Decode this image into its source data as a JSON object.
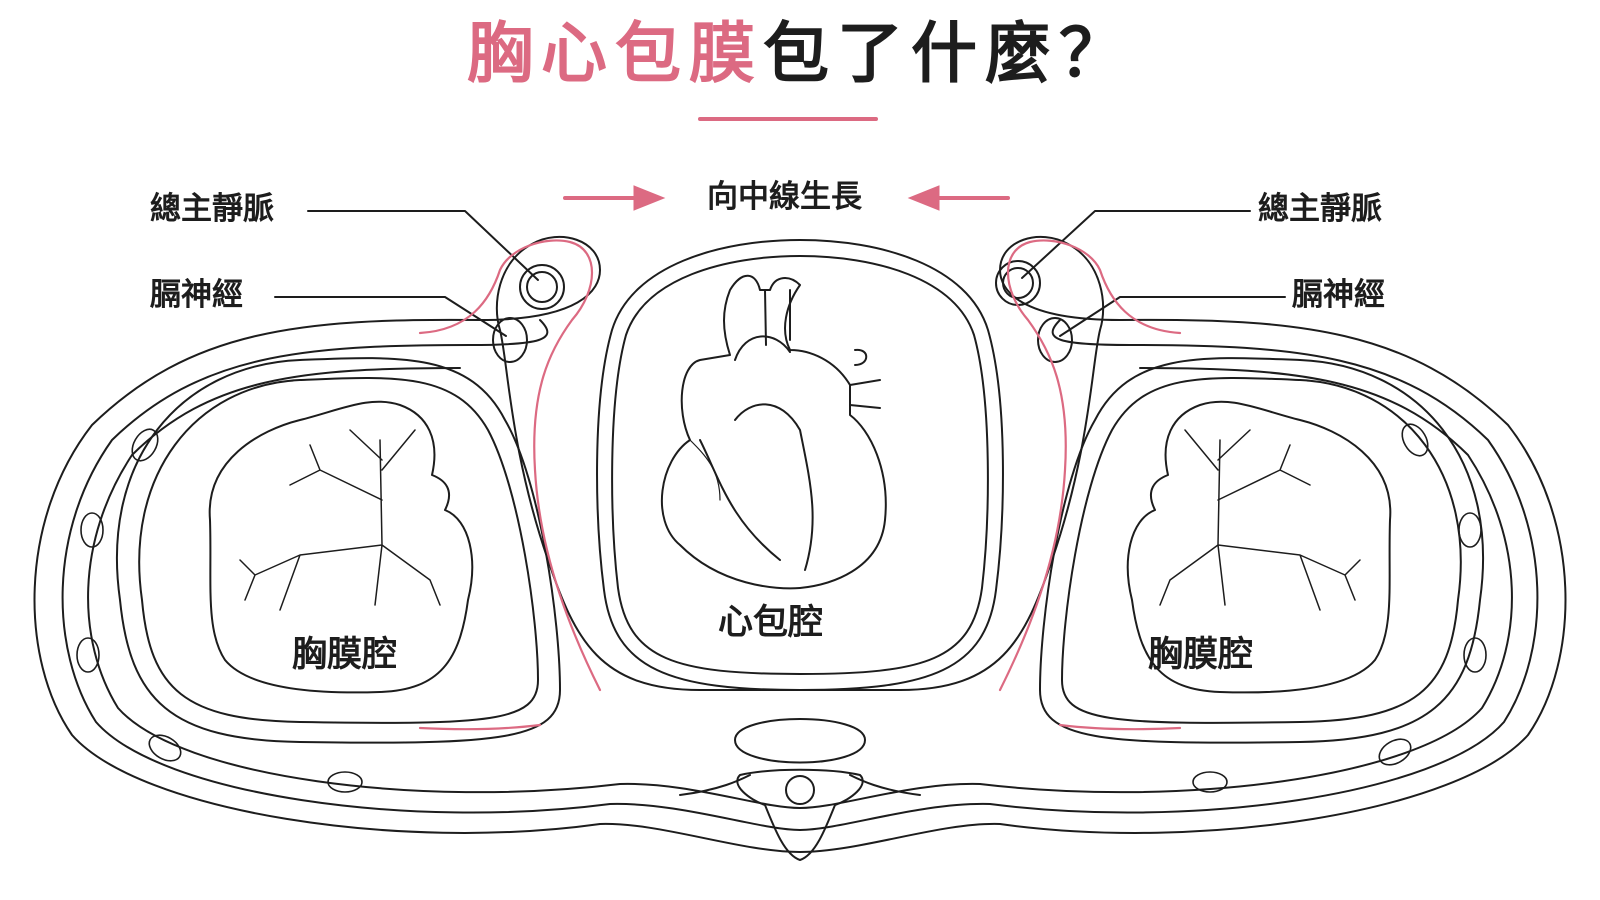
{
  "title": {
    "highlight": "胸心包膜",
    "rest": "包了什麼？"
  },
  "labels": {
    "left_vein": "總主靜脈",
    "left_nerve": "膈神經",
    "right_vein": "總主靜脈",
    "right_nerve": "膈神經",
    "midline": "向中線生長",
    "pericardial_cavity": "心包腔",
    "left_pleural_cavity": "胸膜腔",
    "right_pleural_cavity": "胸膜腔"
  },
  "colors": {
    "accent": "#dc6a82",
    "line": "#1d1d1d",
    "background": "#ffffff"
  },
  "icons": {
    "heart": "heart-illustration",
    "spine": "vertebra-illustration",
    "lungs": "lung-bronchi-illustration"
  }
}
